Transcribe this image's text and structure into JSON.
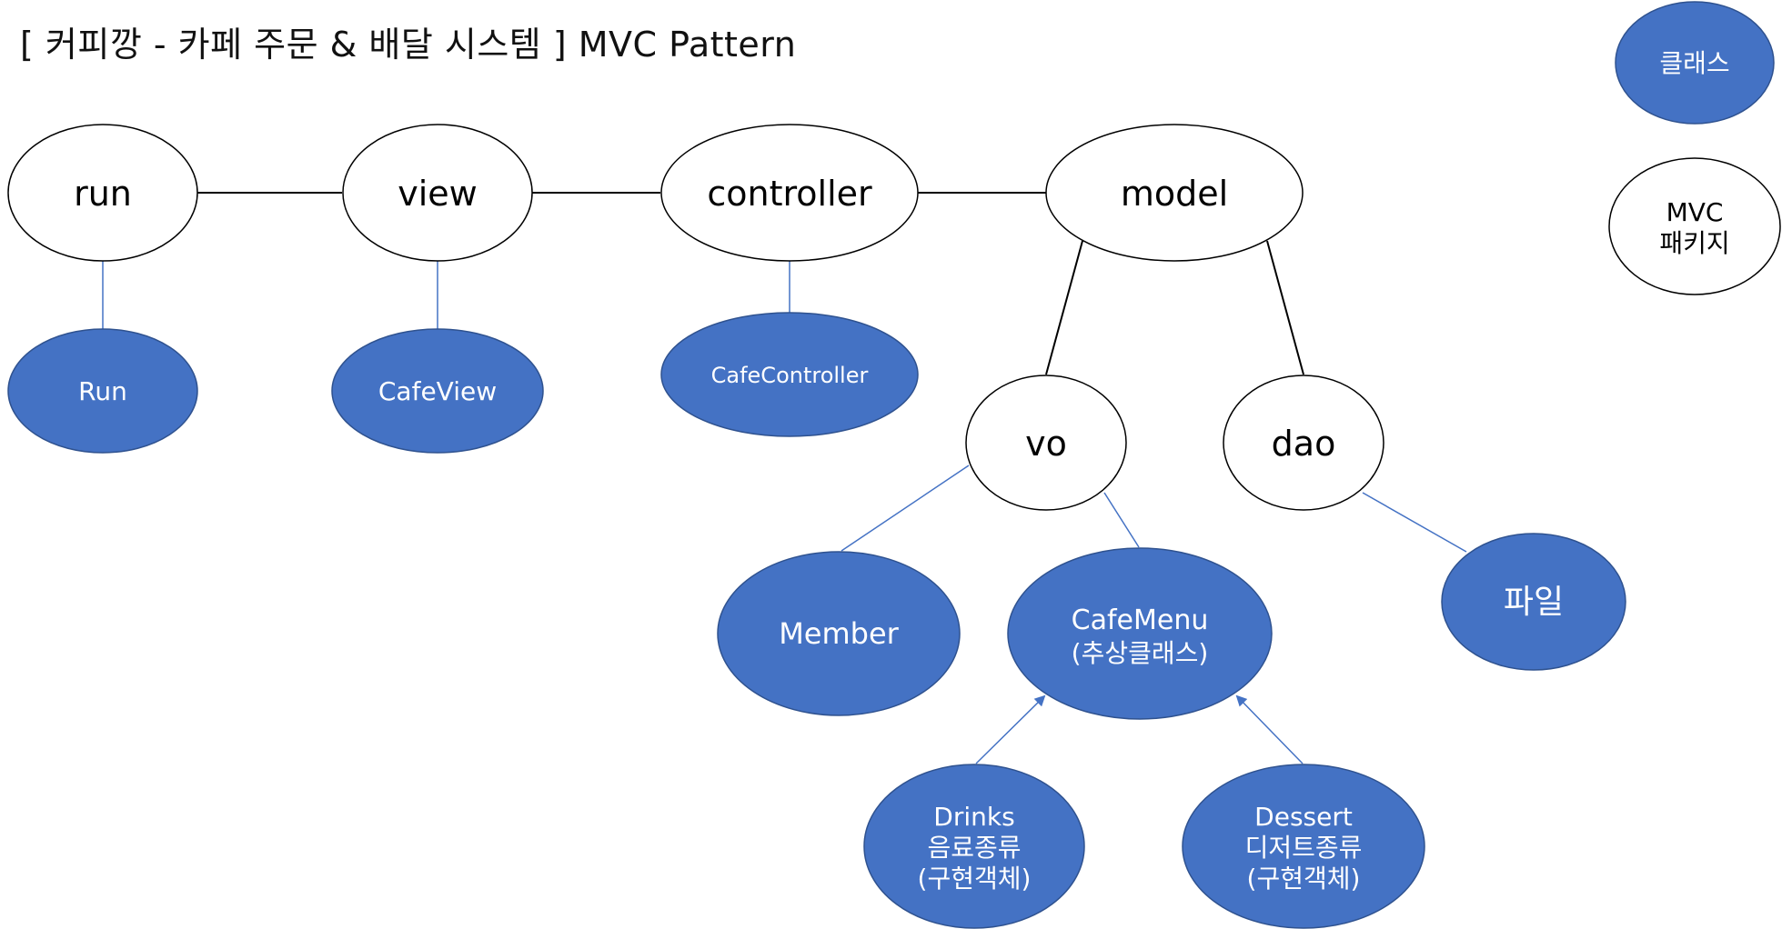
{
  "title": "[ 커피깡 - 카페 주문 & 배달 시스템 ]  MVC Pattern",
  "legend": {
    "class_label": "클래스",
    "package_label_lines": [
      "MVC",
      "패키지"
    ]
  },
  "colors": {
    "class_fill": "#4472C4",
    "class_stroke": "#2F528F",
    "package_fill": "#FFFFFF",
    "package_stroke": "#000000",
    "package_edge": "#000000",
    "class_edge": "#4472C4"
  },
  "packages": {
    "run": "run",
    "view": "view",
    "controller": "controller",
    "model": "model",
    "vo": "vo",
    "dao": "dao"
  },
  "classes": {
    "run": "Run",
    "view": "CafeView",
    "controller": "CafeController",
    "member": "Member",
    "cafemenu_lines": [
      "CafeMenu",
      "(추상클래스)"
    ],
    "file": "파일",
    "drinks_lines": [
      "Drinks",
      "음료종류",
      "(구현객체)"
    ],
    "dessert_lines": [
      "Dessert",
      "디저트종류",
      "(구현객체)"
    ]
  }
}
